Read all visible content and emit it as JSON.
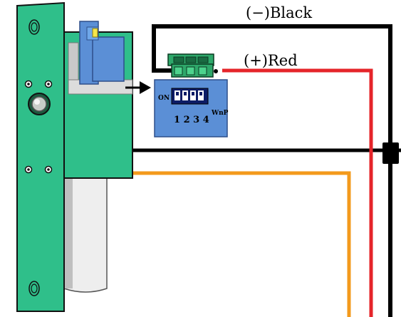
{
  "labels": {
    "negative_wire": "(−)Black",
    "positive_wire": "(+)Red",
    "dip_on": "ON",
    "dip_numbers": "1 2 3 4",
    "dip_brand": "WnP"
  },
  "colors": {
    "plate": "#2fbf8a",
    "plate_edge": "#111111",
    "module": "#5b8fd6",
    "module_edge": "#2e4f8a",
    "terminal_block": "#2ea86a",
    "bolt": "#eeeeee",
    "bolt_shadow": "#bfbfbf",
    "black_wire": "#000000",
    "red_wire": "#e5252a",
    "orange_wire": "#f39a1c",
    "arrow": "#000000"
  },
  "icons": {
    "arrow": "right-arrow-icon",
    "screw": "screw-hole-icon",
    "push_button": "push-button-icon",
    "connector": "wire-connector-icon"
  }
}
